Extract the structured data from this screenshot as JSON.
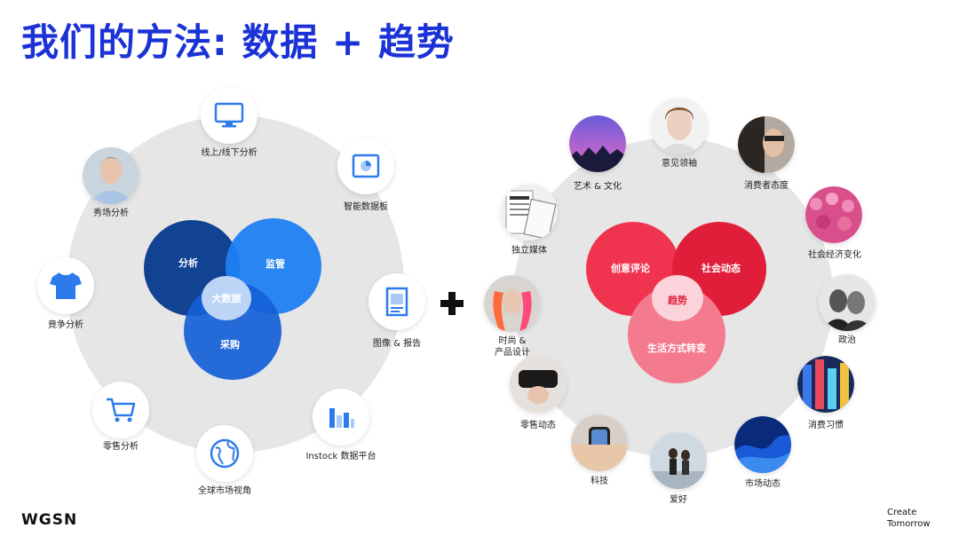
{
  "title": "我们的方法: 数据 + 趋势",
  "left": {
    "venn": {
      "a": "分析",
      "b": "监管",
      "c": "采购",
      "center": "大数据"
    },
    "nodes": [
      {
        "label": "线上/线下分析"
      },
      {
        "label": "智能数据板"
      },
      {
        "label": "图像 & 报告"
      },
      {
        "label": "Instock 数据平台"
      },
      {
        "label": "全球市场视角"
      },
      {
        "label": "零售分析"
      },
      {
        "label": "竟争分析"
      },
      {
        "label": "秀场分析"
      }
    ]
  },
  "right": {
    "venn": {
      "a": "创意评论",
      "b": "社会动态",
      "c": "生活方式转变",
      "center": "趋势"
    },
    "nodes": [
      {
        "label": "艺术 & 文化"
      },
      {
        "label": "意见领袖"
      },
      {
        "label": "消费者态度"
      },
      {
        "label": "社会经济变化"
      },
      {
        "label": "政治"
      },
      {
        "label": "消费习惯"
      },
      {
        "label": "市场动态"
      },
      {
        "label": "爱好"
      },
      {
        "label": "科技"
      },
      {
        "label": "零售动态"
      },
      {
        "label": "时尚 &\n产品设计"
      },
      {
        "label": "独立媒体"
      }
    ]
  },
  "footer": {
    "logo": "WGSN",
    "tagline_1": "Create",
    "tagline_2": "Tomorrow"
  },
  "colors": {
    "title": "#1a32d6",
    "analysis": "#0a3d8f",
    "monitor": "#1f7ff2",
    "purchase": "#1460d6",
    "bigdata": "#bcd4f5",
    "creative": "#f0344f",
    "social": "#e01e3a",
    "lifestyle": "#f47a8f",
    "trend": "#fbd3da"
  }
}
